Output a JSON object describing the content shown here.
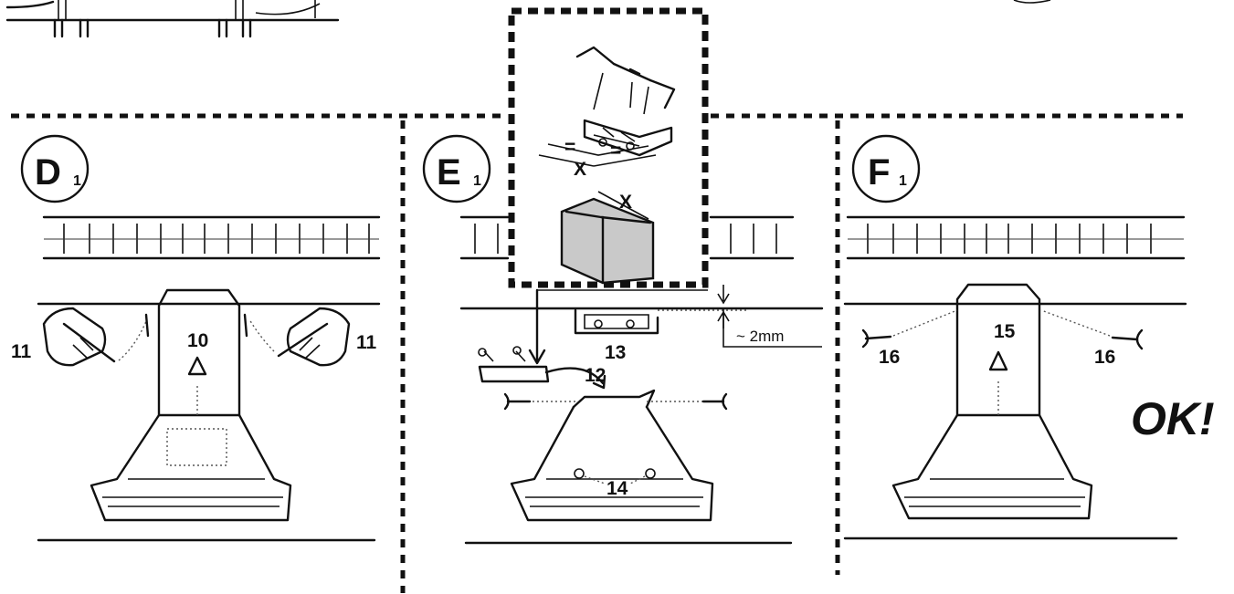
{
  "panels": {
    "d1": {
      "letter": "D",
      "sub": "1",
      "labels": {
        "lift": "10",
        "mark_left": "11",
        "mark_right": "11"
      }
    },
    "e1": {
      "letter": "E",
      "sub": "1",
      "labels": {
        "bracket": "12",
        "wall_bracket": "13",
        "screws": "14"
      }
    },
    "f1": {
      "letter": "F",
      "sub": "1",
      "labels": {
        "lift": "15",
        "screw_left": "16",
        "screw_right": "16"
      },
      "status": "OK!"
    }
  },
  "inset": {
    "x_upper": "X",
    "x_lower": "X",
    "equal_left": "=",
    "equal_right": "="
  },
  "measure": {
    "gap": "~ 2mm"
  }
}
